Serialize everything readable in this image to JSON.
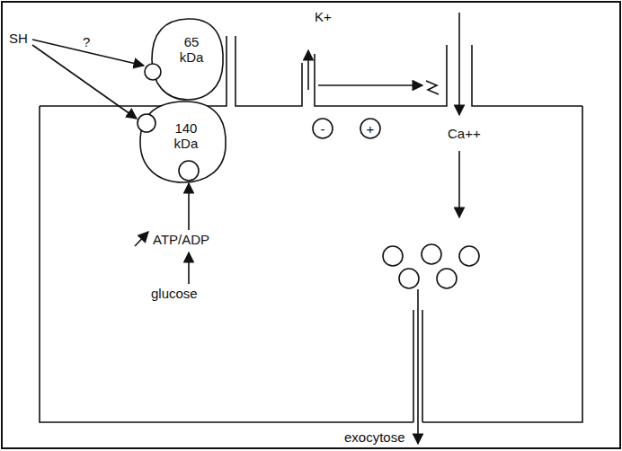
{
  "diagram": {
    "nodes": [
      {
        "text": [
          "65 kDa"
        ]
      },
      {
        "text": [
          "140 kDa"
        ]
      },
      {
        "text": [
          "-"
        ]
      },
      {
        "text": [
          "+"
        ]
      }
    ],
    "labels": [
      "SH",
      "?",
      "K+",
      "Ca++",
      "ATP/ADP",
      "glucose",
      "exocytose"
    ]
  }
}
